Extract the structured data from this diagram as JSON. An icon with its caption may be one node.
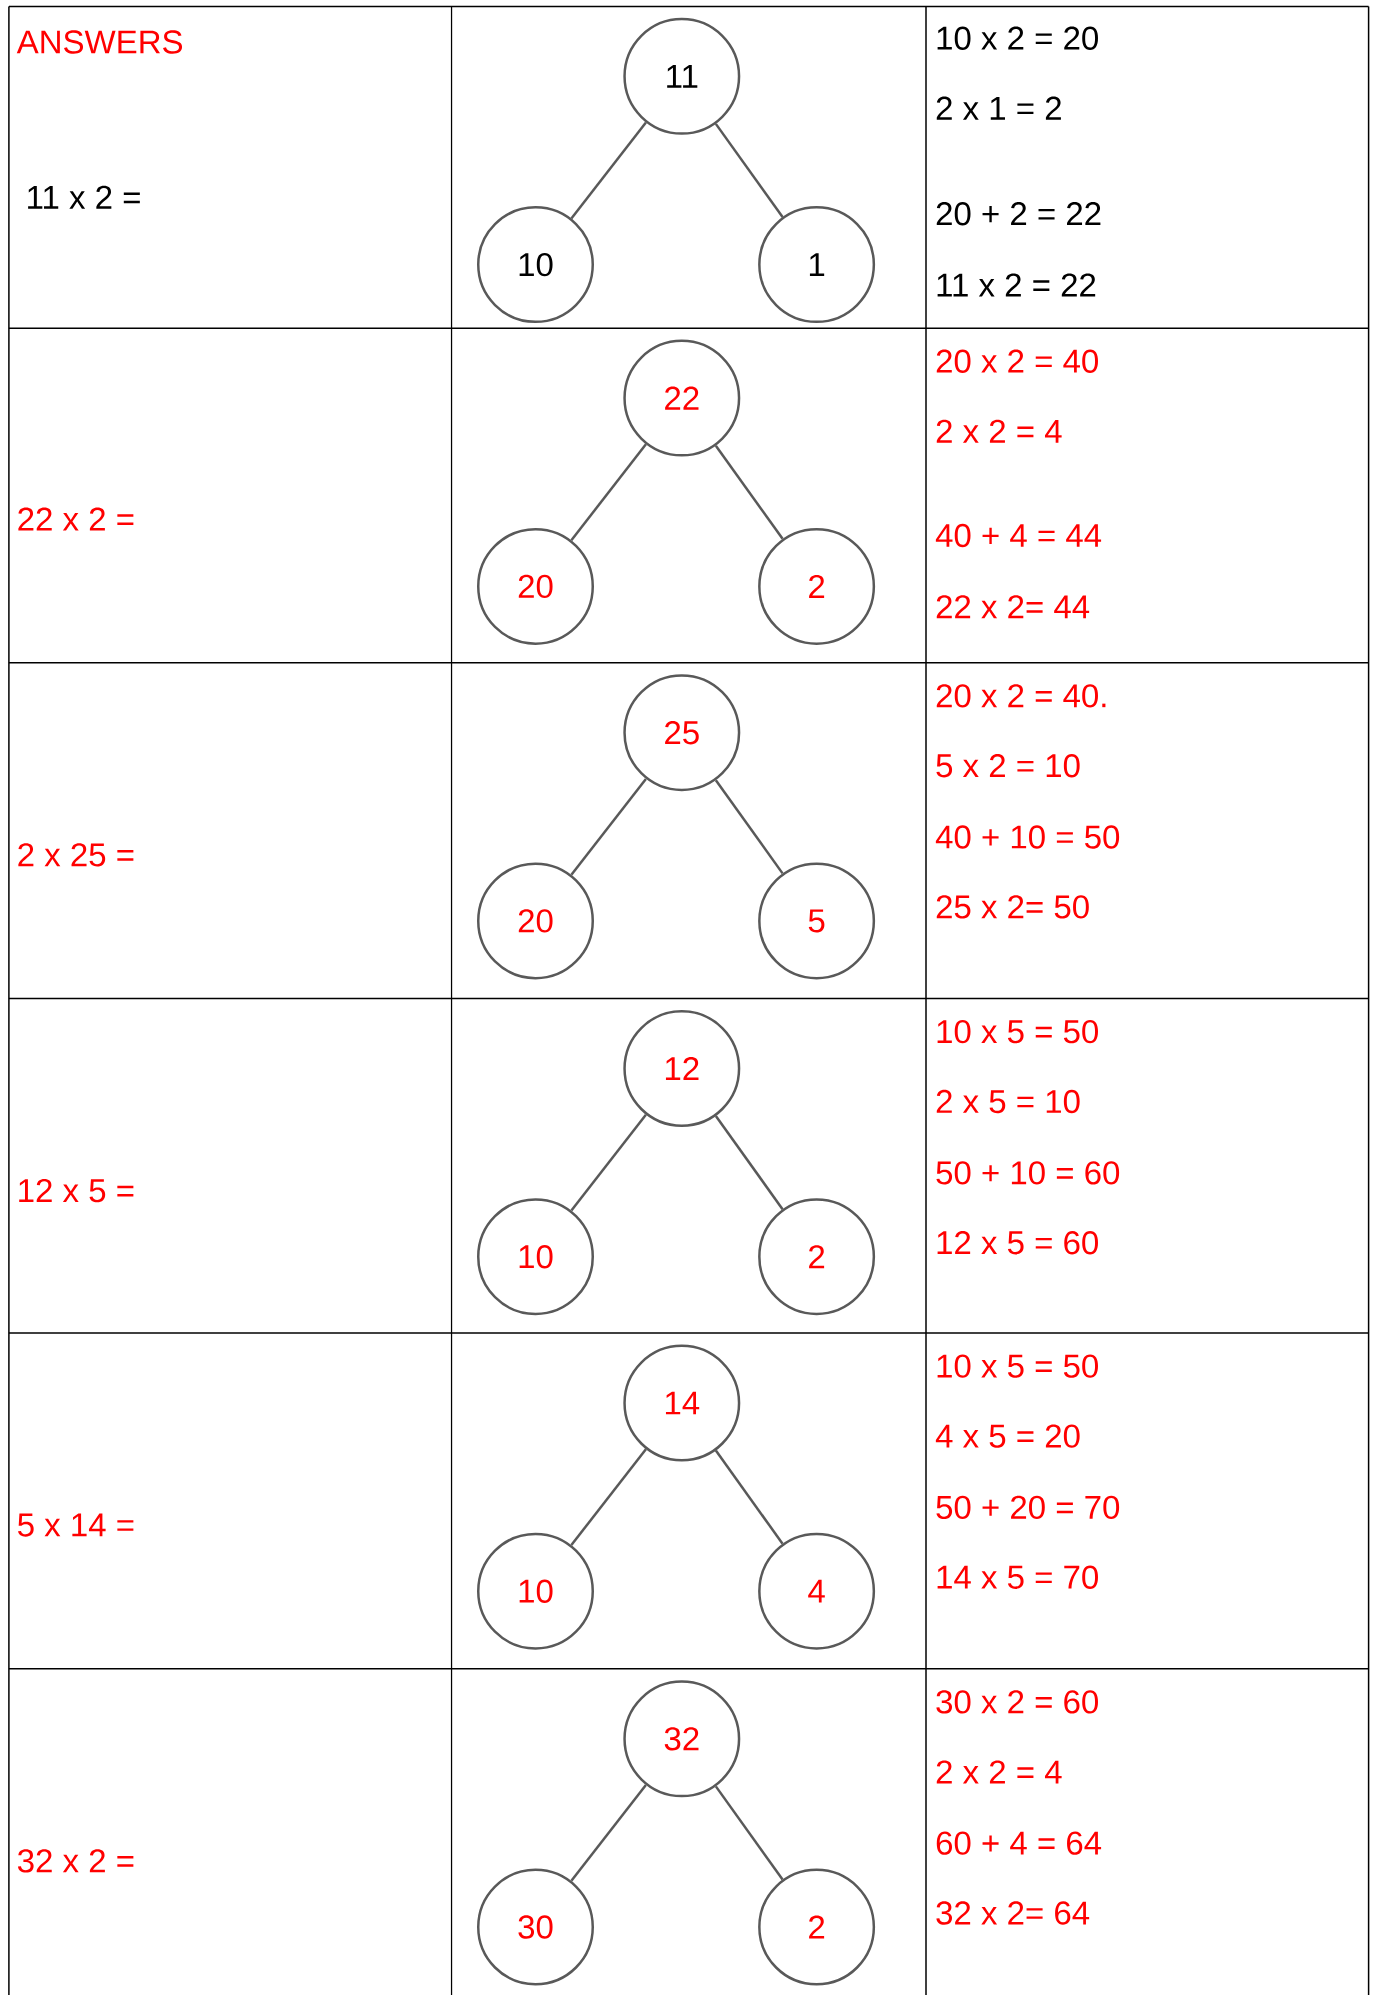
{
  "diagram": {
    "nodes": [
      {
        "text": [
          "11"
        ]
      },
      {
        "text": [
          "10"
        ]
      },
      {
        "text": [
          "1"
        ]
      },
      {
        "text": [
          "22"
        ]
      },
      {
        "text": [
          "20"
        ]
      },
      {
        "text": [
          "2"
        ]
      },
      {
        "text": [
          "25"
        ]
      },
      {
        "text": [
          "20"
        ]
      },
      {
        "text": [
          "5"
        ]
      },
      {
        "text": [
          "12"
        ]
      },
      {
        "text": [
          "10"
        ]
      },
      {
        "text": [
          "2"
        ]
      },
      {
        "text": [
          "14"
        ]
      },
      {
        "text": [
          "10"
        ]
      },
      {
        "text": [
          "4"
        ]
      },
      {
        "text": [
          "32"
        ]
      },
      {
        "text": [
          "30"
        ]
      },
      {
        "text": [
          "2"
        ]
      }
    ],
    "edges": [
      {
        "from": 0,
        "to": 1,
        "arrow": "none"
      },
      {
        "from": 0,
        "to": 2,
        "arrow": "none"
      },
      {
        "from": 3,
        "to": 4,
        "arrow": "none"
      },
      {
        "from": 3,
        "to": 5,
        "arrow": "none"
      },
      {
        "from": 6,
        "to": 7,
        "arrow": "none"
      },
      {
        "from": 6,
        "to": 8,
        "arrow": "none"
      },
      {
        "from": 9,
        "to": 10,
        "arrow": "none"
      },
      {
        "from": 9,
        "to": 11,
        "arrow": "none"
      },
      {
        "from": 12,
        "to": 13,
        "arrow": "none"
      },
      {
        "from": 12,
        "to": 14,
        "arrow": "none"
      },
      {
        "from": 15,
        "to": 16,
        "arrow": "none"
      },
      {
        "from": 15,
        "to": 17,
        "arrow": "none"
      }
    ],
    "labels": [
      "ANSWERS",
      "11 x 2 =",
      "10 x 2 = 20",
      "2 x 1 = 2",
      "20 + 2 = 22",
      "11 x 2 = 22",
      "22 x 2 =",
      "20 x 2 = 40",
      "2 x 2 = 4",
      "40 + 4 = 44",
      "22 x 2= 44",
      "2 x 25 =",
      "20 x 2 = 40.",
      "5 x 2 = 10",
      "40 + 10 = 50",
      "25 x 2= 50",
      "12 x 5 =",
      "10 x 5 = 50",
      "2 x 5 = 10",
      "50 + 10 = 60",
      "12 x 5 = 60",
      "5 x 14 =",
      "10 x 5 = 50",
      "4 x 5 = 20",
      "50 + 20 = 70",
      "14 x 5 = 70",
      "32 x 2 =",
      "30 x 2 = 60",
      "2 x 2 = 4",
      "60 + 4 = 64",
      "32 x 2= 64"
    ]
  }
}
